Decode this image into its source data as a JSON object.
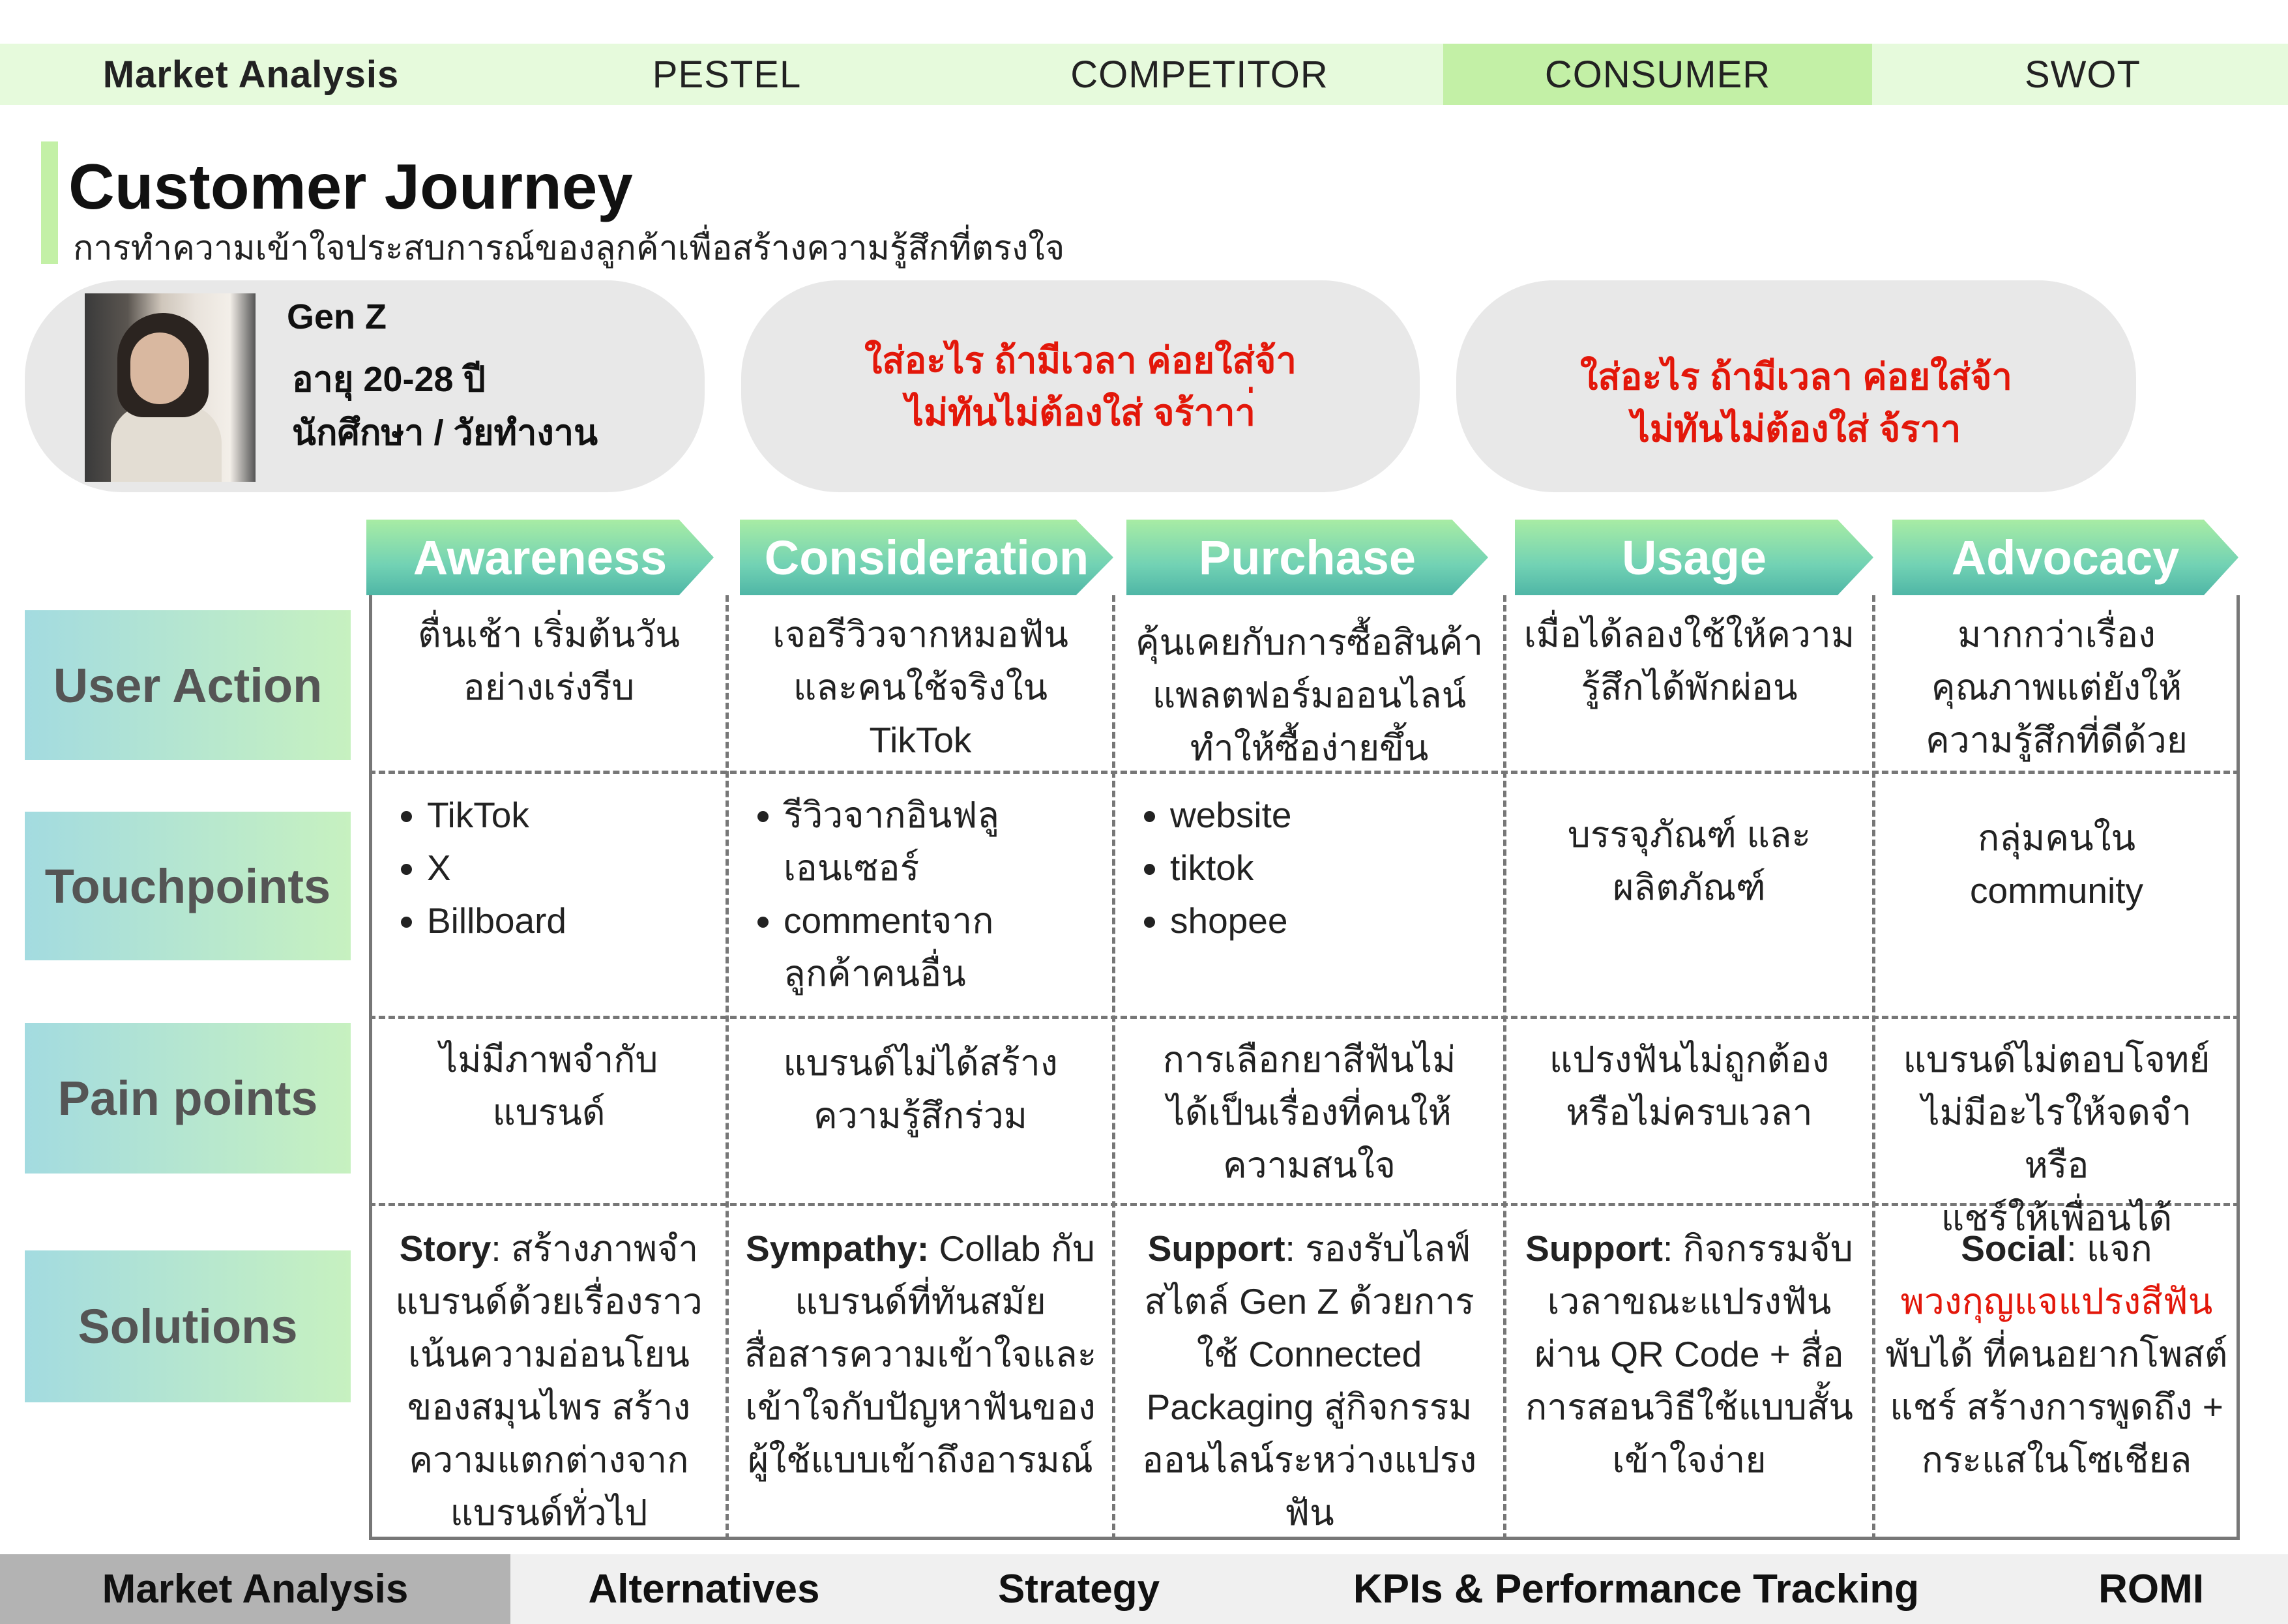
{
  "top_nav": [
    {
      "label": "Market Analysis"
    },
    {
      "label": "PESTEL"
    },
    {
      "label": "COMPETITOR"
    },
    {
      "label": "CONSUMER",
      "active": true
    },
    {
      "label": "SWOT"
    }
  ],
  "header": {
    "title": "Customer Journey",
    "subtitle": "การทำความเข้าใจประสบการณ์ของลูกค้าเพื่อสร้างความรู้สึกที่ตรงใจ"
  },
  "persona": {
    "line1": "Gen Z",
    "line2": "อายุ 20-28 ปี",
    "line3": "นักศึกษา / วัยทำงาน"
  },
  "card2": {
    "line1": "ใส่อะไร ถ้ามีเวลา ค่อยใส่จ้า",
    "line2": "ไม่ทันไม่ต้องใส่ จร้าาา่"
  },
  "card3": {
    "line1": "ใส่อะไร ถ้ามีเวลา ค่อยใส่จ้า",
    "line2": "ไม่ทันไม่ต้องใส่ จ้ราา"
  },
  "stages": [
    "Awareness",
    "Consideration",
    "Purchase",
    "Usage",
    "Advocacy"
  ],
  "rows": [
    "User Action",
    "Touchpoints",
    "Pain points",
    "Solutions"
  ],
  "user_action": [
    "ตื่นเช้า เริ่มต้นวัน\nอย่างเร่งรีบ",
    "เจอรีวิวจากหมอฟัน\nและคนใช้จริงใน\nTikTok",
    "คุ้นเคยกับการซื้อสินค้า\nแพลตฟอร์มออนไลน์\nทำให้ซื้อง่ายขึ้น",
    "เมื่อได้ลองใช้ให้ความ\nรู้สึกได้พักผ่อน",
    "มากกว่าเรื่อง\nคุณภาพแต่ยังให้\nความรู้สึกที่ดีด้วย"
  ],
  "touchpoints": {
    "awareness": [
      "TikTok",
      "X",
      "Billboard"
    ],
    "consideration": [
      "รีวิวจากอินฟลูเอนเซอร์",
      "commentจากลูกค้าคนอื่น"
    ],
    "purchase": [
      "website",
      "tiktok",
      "shopee"
    ],
    "usage": "บรรจุภัณฑ์ และ\nผลิตภัณฑ์",
    "advocacy": "กลุ่มคนใน\ncommunity"
  },
  "pain_points": [
    "ไม่มีภาพจำกับ\nแบรนด์",
    "แบรนด์ไม่ได้สร้าง\nความรู้สึกร่วม",
    "การเลือกยาสีฟันไม่\nได้เป็นเรื่องที่คนให้\nความสนใจ",
    "แปรงฟันไม่ถูกต้อง\nหรือไม่ครบเวลา",
    "แบรนด์ไม่ตอบโจทย์\nไม่มีอะไรให้จดจำ หรือ\nแชร์ให้เพื่อนได้"
  ],
  "solutions": [
    {
      "bold": "Story",
      "text": ": สร้างภาพจำแบรนด์ด้วยเรื่องราวเน้นความอ่อนโยนของสมุนไพร สร้างความแตกต่างจากแบรนด์ทั่วไป"
    },
    {
      "bold": "Sympathy:",
      "text": " Collab กับแบรนด์ที่ทันสมัย สื่อสารความเข้าใจและเข้าใจกับปัญหาฟันของผู้ใช้แบบเข้าถึงอารมณ์"
    },
    {
      "bold": "Support",
      "text": ": รองรับไลฟ์สไตล์ Gen Z ด้วยการใช้ Connected Packaging สู่กิจกรรมออนไลน์ระหว่างแปรงฟัน"
    },
    {
      "bold": "Support",
      "text": ": กิจกรรมจับเวลาขณะแปรงฟันผ่าน QR Code + สื่อการสอนวิธีใช้แบบสั้นเข้าใจง่าย"
    },
    {
      "bold": "Social",
      "text": ": แจก",
      "red": "พวงกุญแจแปรงสีฟัน",
      "rest": "พับได้ ที่คนอยากโพสต์แชร์ สร้างการพูดถึง + กระแสในโซเชียล"
    }
  ],
  "bottom_nav": [
    {
      "label": "Market Analysis",
      "active": true
    },
    {
      "label": "Alternatives"
    },
    {
      "label": "Strategy"
    },
    {
      "label": "KPIs & Performance Tracking"
    },
    {
      "label": "ROMI"
    }
  ],
  "colors": {
    "nav_bg": "#e6fadc",
    "nav_active": "#c3f0a6",
    "alert": "#e3170a"
  }
}
